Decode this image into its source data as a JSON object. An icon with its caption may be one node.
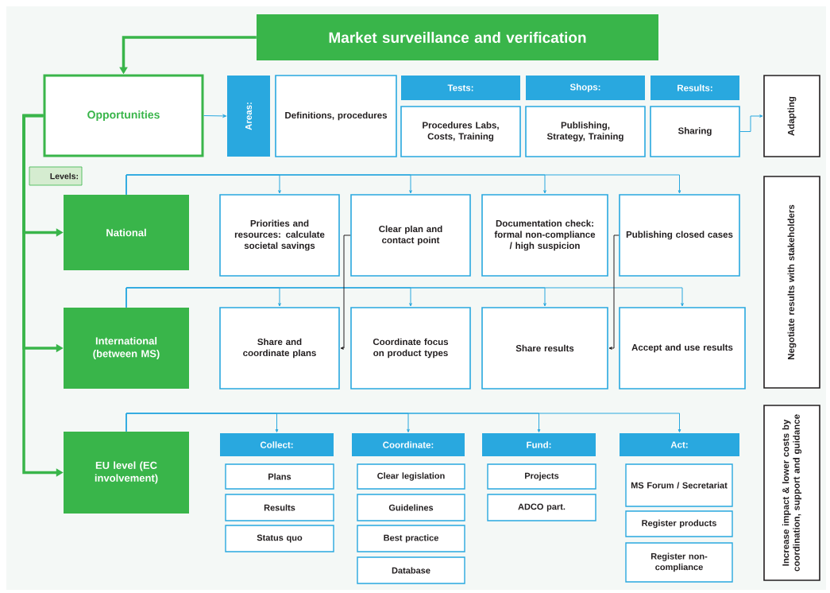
{
  "diagram": {
    "nodes": [
      {
        "text": [
          "Market surveillance and verification"
        ]
      },
      {
        "text": [
          "Opportunities"
        ]
      },
      {
        "text": [
          "Areas:"
        ]
      },
      {
        "text": [
          "Definitions, procedures"
        ]
      },
      {
        "text": [
          "Tests:"
        ]
      },
      {
        "text": [
          "Procedures Labs, Costs, Training"
        ]
      },
      {
        "text": [
          "Shops:"
        ]
      },
      {
        "text": [
          "Publishing, Strategy, Training"
        ]
      },
      {
        "text": [
          "Results:"
        ]
      },
      {
        "text": [
          "Sharing"
        ]
      },
      {
        "text": [
          "Adapting"
        ]
      },
      {
        "text": [
          "Levels:"
        ]
      },
      {
        "text": [
          "National"
        ]
      },
      {
        "text": [
          "Priorities and resources: calculate societal savings"
        ]
      },
      {
        "text": [
          "Clear plan and contact point"
        ]
      },
      {
        "text": [
          "Documentation check: formal non-compliance / high suspicion"
        ]
      },
      {
        "text": [
          "Publishing closed cases"
        ]
      },
      {
        "text": [
          "Negotiate results with stakeholders"
        ]
      },
      {
        "text": [
          "International (between MS)"
        ]
      },
      {
        "text": [
          "Share and coordinate plans"
        ]
      },
      {
        "text": [
          "Coordinate focus on product types"
        ]
      },
      {
        "text": [
          "Share results"
        ]
      },
      {
        "text": [
          "Accept and use results"
        ]
      },
      {
        "text": [
          "EU level (EC involvement)"
        ]
      },
      {
        "text": [
          "Collect:"
        ]
      },
      {
        "text": [
          "Plans"
        ]
      },
      {
        "text": [
          "Results"
        ]
      },
      {
        "text": [
          "Status quo"
        ]
      },
      {
        "text": [
          "Coordinate:"
        ]
      },
      {
        "text": [
          "Clear legislation"
        ]
      },
      {
        "text": [
          "Guidelines"
        ]
      },
      {
        "text": [
          "Best practice"
        ]
      },
      {
        "text": [
          "Database"
        ]
      },
      {
        "text": [
          "Fund:"
        ]
      },
      {
        "text": [
          "Projects"
        ]
      },
      {
        "text": [
          "ADCO part."
        ]
      },
      {
        "text": [
          "Act:"
        ]
      },
      {
        "text": [
          "MS Forum / Secretariat"
        ]
      },
      {
        "text": [
          "Register products"
        ]
      },
      {
        "text": [
          "Register non-compliance"
        ]
      },
      {
        "text": [
          "Increase impact & lower costs by coordination, support and guidance"
        ]
      }
    ],
    "edges": [
      {
        "from": 0,
        "to": 1,
        "arrow": "to",
        "style": "thick",
        "color": "#39b54a"
      },
      {
        "from": 1,
        "to": 2,
        "arrow": "to"
      },
      {
        "from": 9,
        "to": 10,
        "arrow": "to"
      },
      {
        "from": 1,
        "to": 12,
        "arrow": "to",
        "style": "thick",
        "color": "#39b54a"
      },
      {
        "from": 1,
        "to": 18,
        "arrow": "to",
        "style": "thick",
        "color": "#39b54a"
      },
      {
        "from": 1,
        "to": 23,
        "arrow": "to",
        "style": "thick",
        "color": "#39b54a"
      },
      {
        "from": 12,
        "to": 13,
        "arrow": "to"
      },
      {
        "from": 12,
        "to": 14,
        "arrow": "to"
      },
      {
        "from": 12,
        "to": 15,
        "arrow": "to"
      },
      {
        "from": 12,
        "to": 16,
        "arrow": "to"
      },
      {
        "from": 18,
        "to": 19,
        "arrow": "to"
      },
      {
        "from": 18,
        "to": 20,
        "arrow": "to"
      },
      {
        "from": 18,
        "to": 21,
        "arrow": "to"
      },
      {
        "from": 18,
        "to": 22,
        "arrow": "to"
      },
      {
        "from": 23,
        "to": 24,
        "arrow": "to"
      },
      {
        "from": 23,
        "to": 28,
        "arrow": "to"
      },
      {
        "from": 23,
        "to": 33,
        "arrow": "to"
      },
      {
        "from": 23,
        "to": 36,
        "arrow": "to"
      },
      {
        "from": 14,
        "to": 19,
        "arrow": "to",
        "color": "#231f20"
      },
      {
        "from": 16,
        "to": 21,
        "arrow": "to",
        "color": "#231f20"
      }
    ]
  }
}
